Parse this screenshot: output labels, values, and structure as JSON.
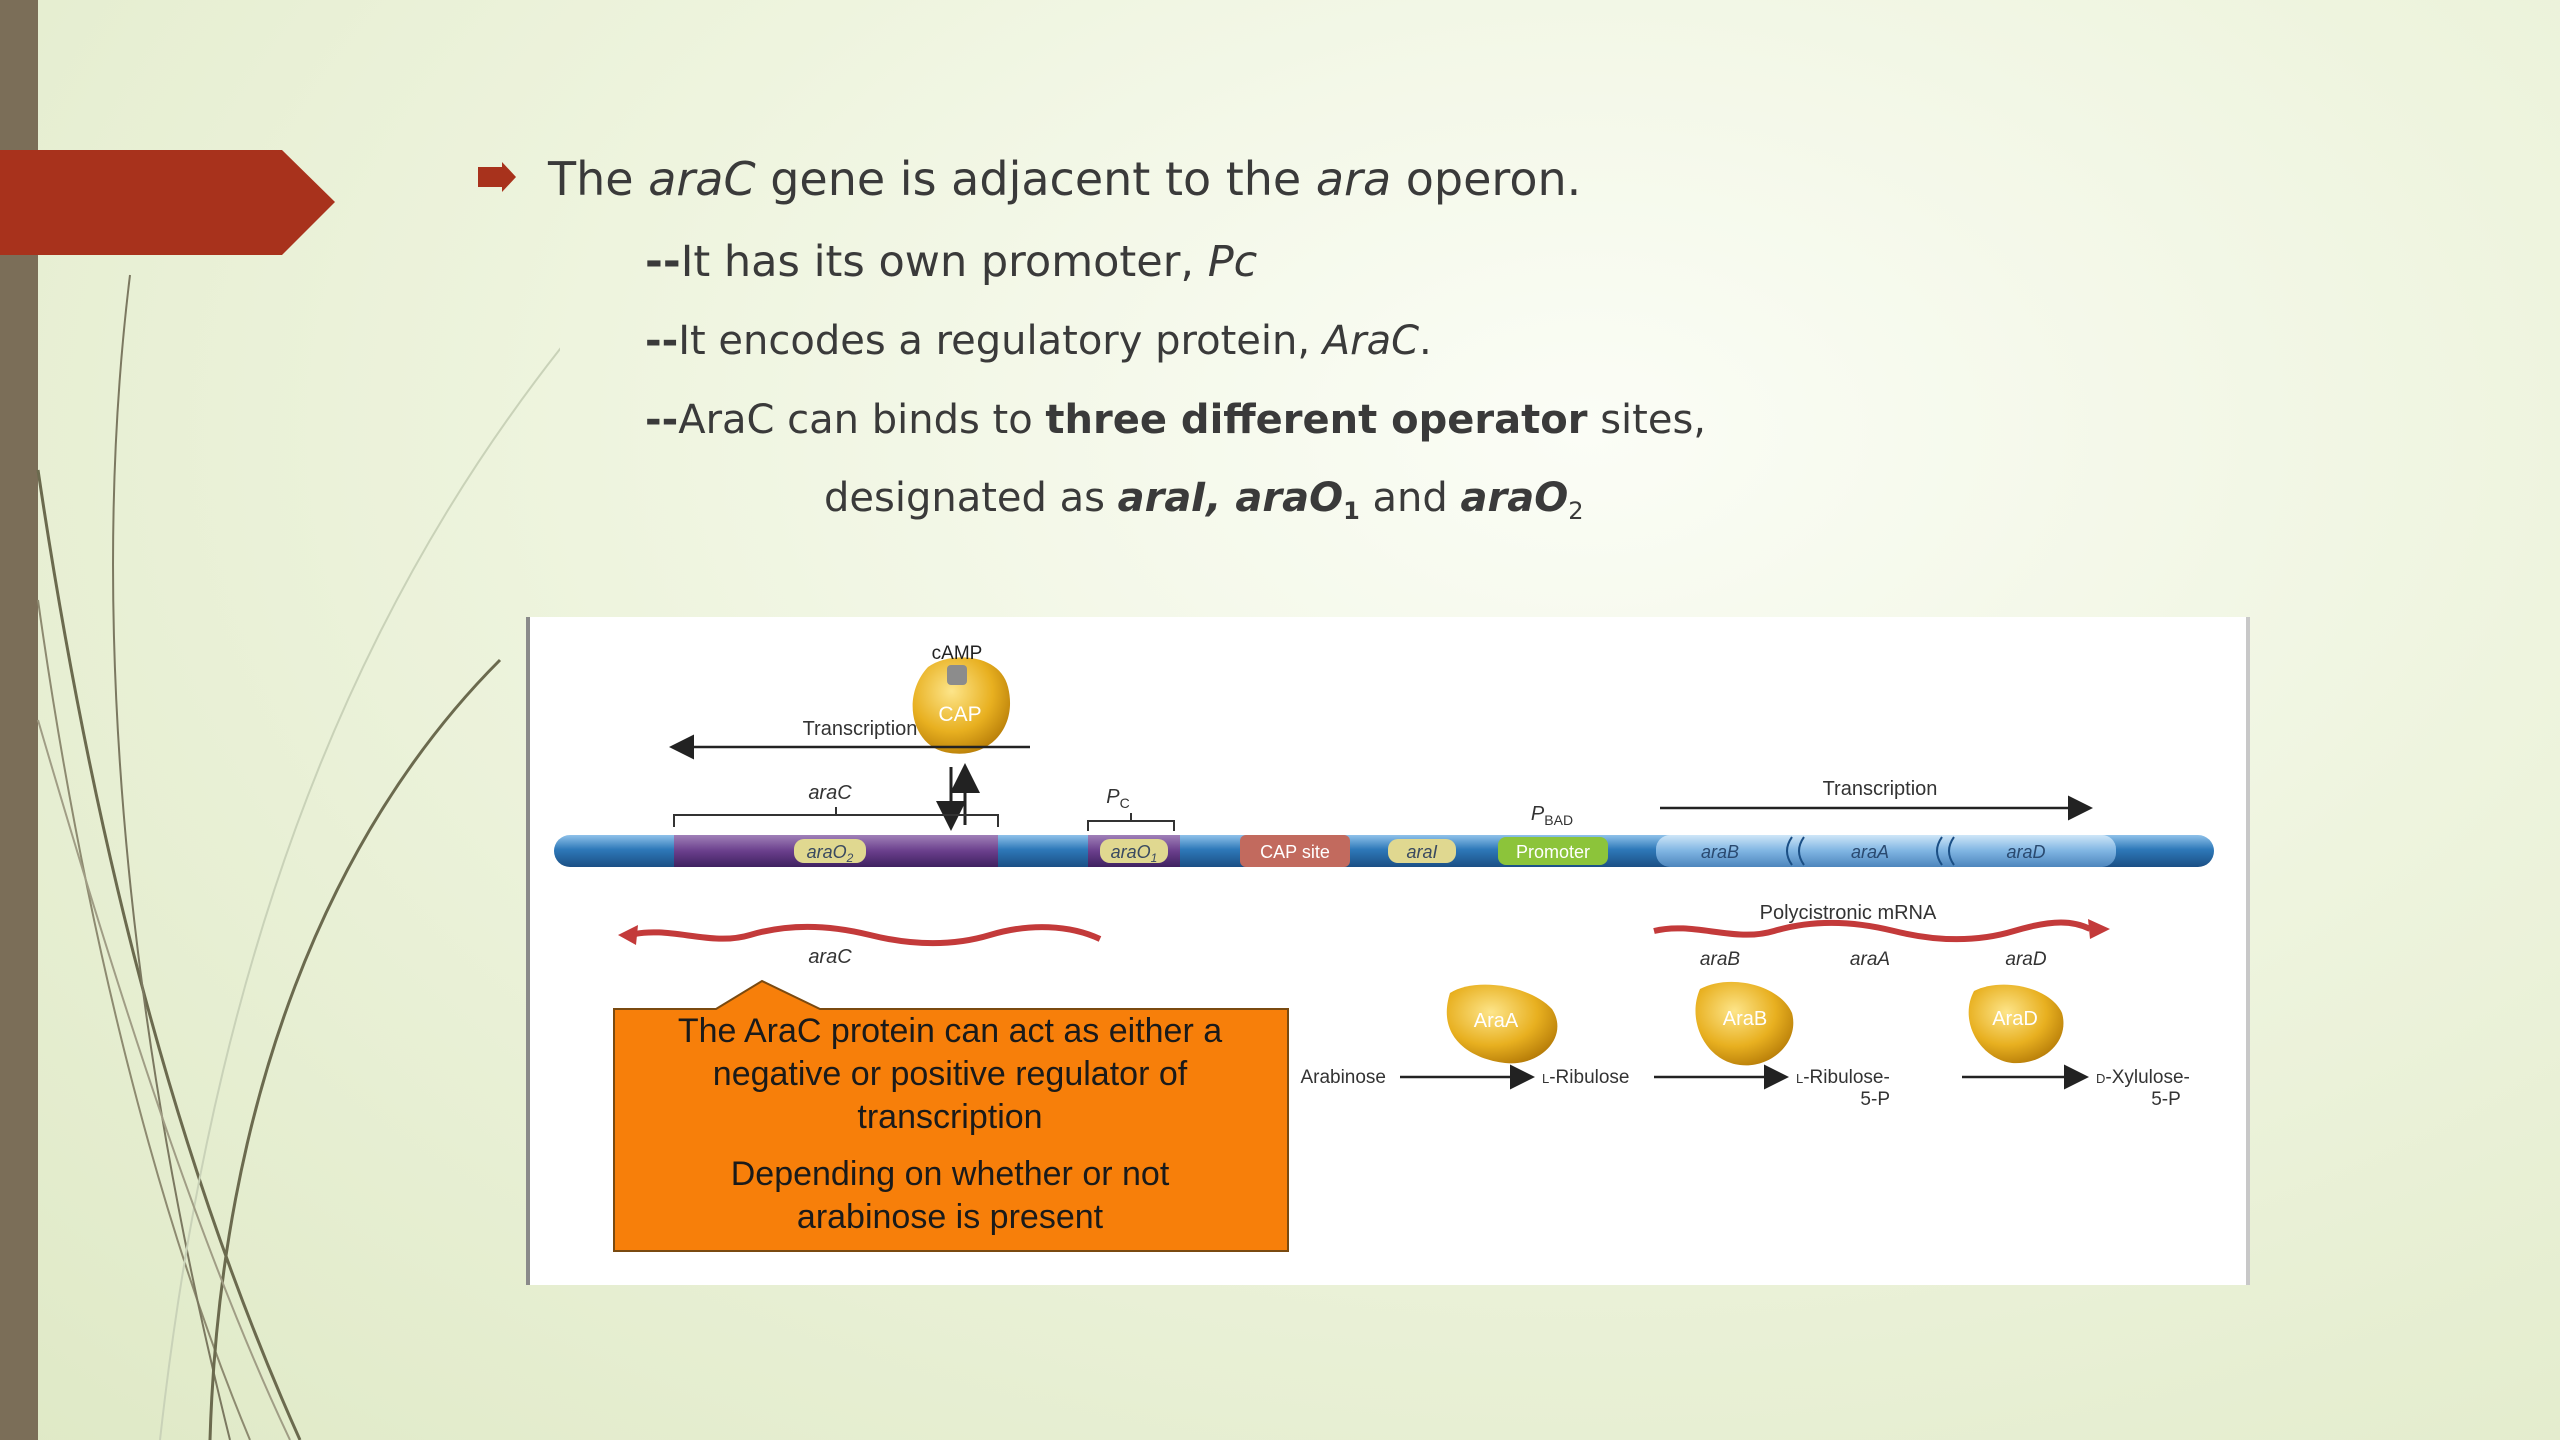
{
  "colors": {
    "background": "#e9f0d6",
    "left_bar": "#7b6e58",
    "banner_red": "#a8321c",
    "callout_orange": "#f77f0a",
    "dna_blue": "#2e79b9",
    "mrna_red": "#c33a3a",
    "enzyme_gold": "#e8b020"
  },
  "bullets": {
    "line1": {
      "pre": "The ",
      "i1": "araC",
      "mid": " gene is adjacent to the ",
      "i2": "ara",
      "post": " operon."
    },
    "line2": {
      "dash": "--",
      "text": "It has its own promoter, ",
      "italic": "Pc"
    },
    "line3": {
      "dash": "--",
      "text": "It encodes a regulatory protein, ",
      "italic": "AraC",
      "post": "."
    },
    "line4": {
      "dash": "--",
      "pre": "AraC  can binds to ",
      "bold": "three different operator",
      "post": " sites,"
    },
    "line5": {
      "pre": "designated as ",
      "b1": "araI, araO",
      "sub1": "1",
      "mid": " and ",
      "b2": "araO",
      "sub2": "2"
    }
  },
  "figure": {
    "camp": "cAMP",
    "cap": "CAP",
    "transcription_left": "Transcription",
    "transcription_right": "Transcription",
    "arac_gene": "araC",
    "pc_label": "P",
    "pc_sub": "C",
    "pbad_label": "P",
    "pbad_sub": "BAD",
    "segments": {
      "arao2": "araO",
      "arao2_sub": "2",
      "arao1": "araO",
      "arao1_sub": "1",
      "cap_site": "CAP site",
      "arai": "araI",
      "promoter": "Promoter",
      "arab": "araB",
      "araa": "araA",
      "arad": "araD"
    },
    "polycistronic": "Polycistronic mRNA",
    "mrna_arac": "araC",
    "mrna_genes": [
      "araB",
      "araA",
      "araD"
    ],
    "enzymes": [
      "AraA",
      "AraB",
      "AraD"
    ],
    "pathway": {
      "arabinose": "Arabinose",
      "ribulose_prefix": "L",
      "ribulose": "-Ribulose",
      "ribulose5p_prefix": "L",
      "ribulose5p": "-Ribulose-",
      "ribulose5p_line2": "5-P",
      "xylulose_prefix": "D",
      "xylulose": "-Xylulose-",
      "xylulose_line2": "5-P"
    }
  },
  "callout": {
    "line1": "The AraC protein can act as either a",
    "line2": "negative or positive regulator of",
    "line3": "transcription",
    "line4": "Depending on whether or not",
    "line5": "arabinose is present"
  }
}
